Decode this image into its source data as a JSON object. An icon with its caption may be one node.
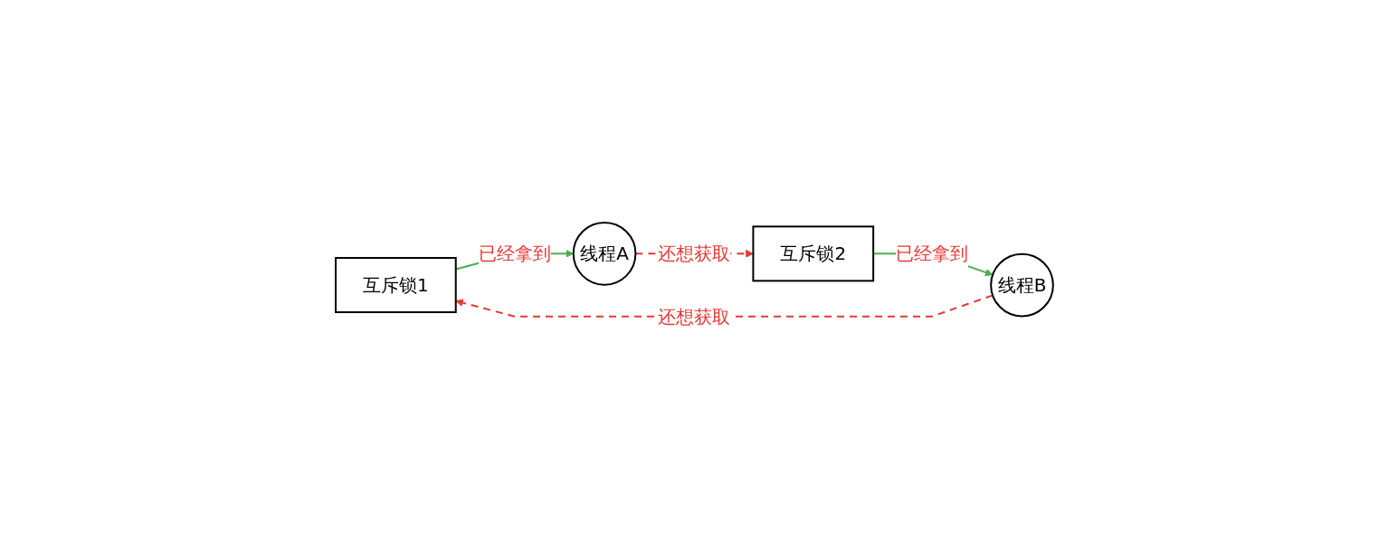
{
  "diagram": {
    "nodes": [
      {
        "text": [
          "互斥锁1"
        ]
      },
      {
        "text": [
          "线程A"
        ]
      },
      {
        "text": [
          "线程B"
        ]
      },
      {
        "text": [
          "互斥锁2"
        ]
      }
    ],
    "edges": [
      {
        "from": 0,
        "to": 1,
        "arrow": "to",
        "label": "已经拿到",
        "color": "#4caf50"
      },
      {
        "from": 1,
        "to": 3,
        "arrow": "to",
        "label": "还想获取",
        "style": "dashed",
        "color": "#e53935"
      },
      {
        "from": 3,
        "to": 2,
        "arrow": "to",
        "label": "已经拿到",
        "color": "#4caf50"
      },
      {
        "from": 2,
        "to": 0,
        "arrow": "to",
        "label": "还想获取",
        "style": "dashed",
        "color": "#e53935"
      }
    ]
  }
}
